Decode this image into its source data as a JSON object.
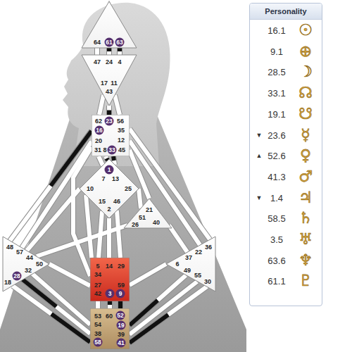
{
  "diagram": {
    "nodes": [
      {
        "text": [
          "64",
          "61",
          "63"
        ]
      },
      {
        "text": [
          "47",
          "24",
          "4",
          "17",
          "11",
          "43"
        ]
      },
      {
        "text": [
          "62",
          "23",
          "56",
          "16",
          "35",
          "20",
          "12",
          "31",
          "8",
          "33",
          "45"
        ]
      },
      {
        "text": [
          "1",
          "7",
          "13",
          "10",
          "25",
          "15",
          "46",
          "2"
        ]
      },
      {
        "text": [
          "21",
          "51",
          "26",
          "40"
        ]
      },
      {
        "text": [
          "48",
          "57",
          "44",
          "50",
          "32",
          "28",
          "18"
        ]
      },
      {
        "text": [
          "36",
          "22",
          "37",
          "6",
          "49",
          "55",
          "30"
        ]
      },
      {
        "text": [
          "5",
          "14",
          "29",
          "34",
          "27",
          "59",
          "42",
          "3",
          "9"
        ]
      },
      {
        "text": [
          "53",
          "60",
          "52",
          "54",
          "19",
          "38",
          "39",
          "58",
          "41"
        ]
      },
      {
        "text": [
          "Personality"
        ]
      }
    ],
    "edges": [
      {
        "from": 0,
        "to": 1,
        "arrow": "none"
      },
      {
        "from": 0,
        "to": 1,
        "arrow": "none"
      },
      {
        "from": 0,
        "to": 1,
        "arrow": "none"
      },
      {
        "from": 1,
        "to": 2,
        "arrow": "none"
      },
      {
        "from": 1,
        "to": 2,
        "arrow": "none"
      },
      {
        "from": 1,
        "to": 2,
        "arrow": "none"
      },
      {
        "from": 2,
        "to": 3,
        "arrow": "none"
      },
      {
        "from": 2,
        "to": 3,
        "arrow": "none"
      },
      {
        "from": 2,
        "to": 3,
        "arrow": "none"
      },
      {
        "from": 2,
        "to": 5,
        "arrow": "none"
      },
      {
        "from": 2,
        "to": 5,
        "arrow": "none"
      },
      {
        "from": 2,
        "to": 7,
        "arrow": "none"
      },
      {
        "from": 2,
        "to": 4,
        "arrow": "none"
      },
      {
        "from": 2,
        "to": 6,
        "arrow": "none"
      },
      {
        "from": 2,
        "to": 6,
        "arrow": "none"
      },
      {
        "from": 3,
        "to": 4,
        "arrow": "none"
      },
      {
        "from": 3,
        "to": 5,
        "arrow": "none"
      },
      {
        "from": 3,
        "to": 7,
        "arrow": "none"
      },
      {
        "from": 3,
        "to": 7,
        "arrow": "none"
      },
      {
        "from": 3,
        "to": 7,
        "arrow": "none"
      },
      {
        "from": 3,
        "to": 7,
        "arrow": "none"
      },
      {
        "from": 4,
        "to": 5,
        "arrow": "none"
      },
      {
        "from": 4,
        "to": 6,
        "arrow": "none"
      },
      {
        "from": 5,
        "to": 7,
        "arrow": "none"
      },
      {
        "from": 5,
        "to": 8,
        "arrow": "none"
      },
      {
        "from": 5,
        "to": 8,
        "arrow": "none"
      },
      {
        "from": 5,
        "to": 8,
        "arrow": "none"
      },
      {
        "from": 7,
        "to": 8,
        "arrow": "none"
      },
      {
        "from": 7,
        "to": 8,
        "arrow": "none"
      },
      {
        "from": 7,
        "to": 8,
        "arrow": "none"
      },
      {
        "from": 7,
        "to": 6,
        "arrow": "none"
      },
      {
        "from": 8,
        "to": 6,
        "arrow": "none"
      },
      {
        "from": 8,
        "to": 6,
        "arrow": "none"
      },
      {
        "from": 8,
        "to": 6,
        "arrow": "none"
      }
    ],
    "labels": [
      "16.1",
      "☉",
      "9.1",
      "⊕",
      "28.5",
      "☽",
      "33.1",
      "☊",
      "19.1",
      "☋",
      "▼",
      "23.6",
      "☿",
      "▲",
      "52.6",
      "♀",
      "41.3",
      "♂",
      "▼",
      "1.4",
      "♃",
      "58.5",
      "♄",
      "3.5",
      "♅",
      "63.6",
      "♆",
      "61.1",
      "♇"
    ]
  }
}
